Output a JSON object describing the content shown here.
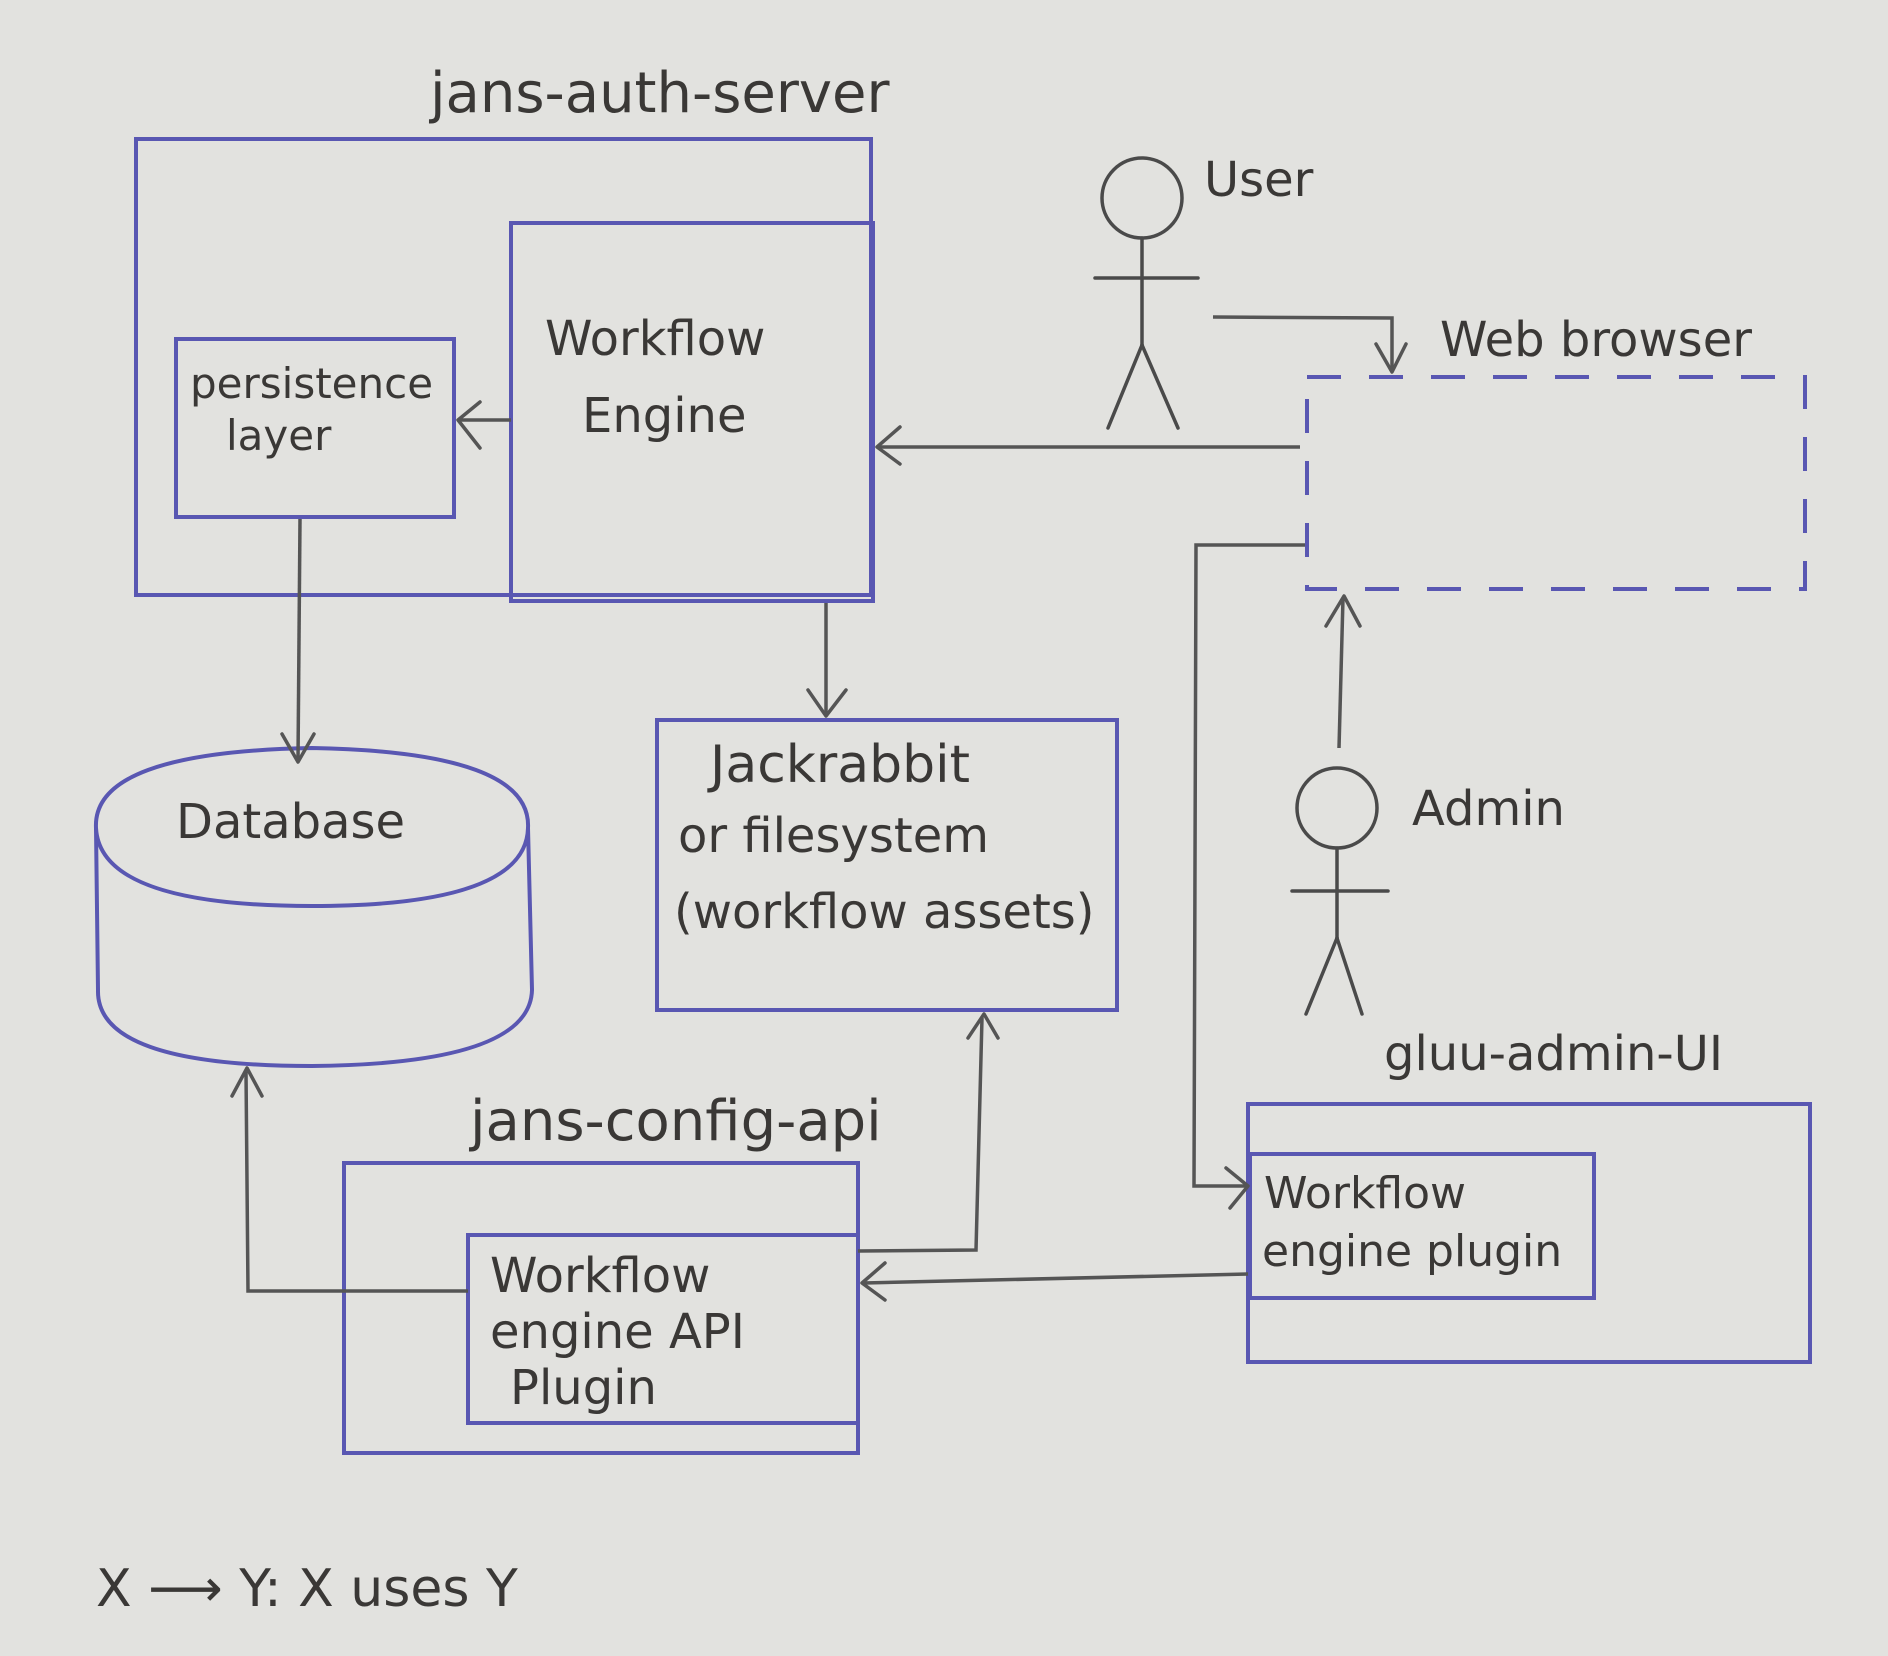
{
  "labels": {
    "auth_server": "jans-auth-server",
    "workflow_engine": [
      "Workflow",
      "Engine"
    ],
    "persistence_layer": [
      "persistence",
      "layer"
    ],
    "user": "User",
    "web_browser": "Web browser",
    "database": "Database",
    "storage": [
      "Jackrabbit",
      "or filesystem",
      "(workflow assets)"
    ],
    "admin": "Admin",
    "admin_ui": "gluu-admin-UI",
    "admin_plugin": [
      "Workflow",
      "engine plugin"
    ],
    "config_api": "jans-config-api",
    "config_plugin": [
      "Workflow",
      "engine API",
      "Plugin"
    ],
    "legend": "X ⟶ Y: X uses Y"
  },
  "colors": {
    "box_stroke": "#5957b2",
    "edge_stroke": "#555555",
    "text": "#3a3836",
    "paper": "#e2e2df"
  }
}
